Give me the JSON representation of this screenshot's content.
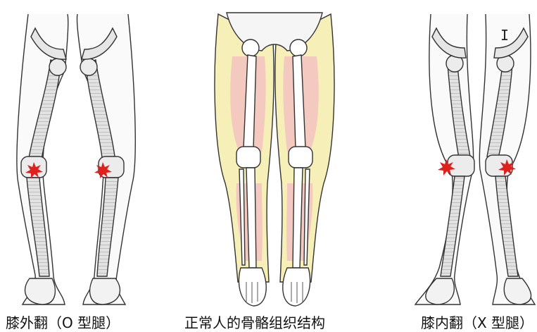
{
  "captions": {
    "left": "膝外翻（O 型腿）",
    "middle": "正常人的骨骼组织结构",
    "right": "膝内翻（X 型腿）"
  },
  "colors": {
    "bone_fill": "#dcdcdc",
    "outline": "#333333",
    "muscle": "#f4c9c0",
    "fat": "#f7efb8",
    "pain": "#e0201c"
  },
  "markers": {
    "pain_marker_icon": "starburst-icon"
  }
}
